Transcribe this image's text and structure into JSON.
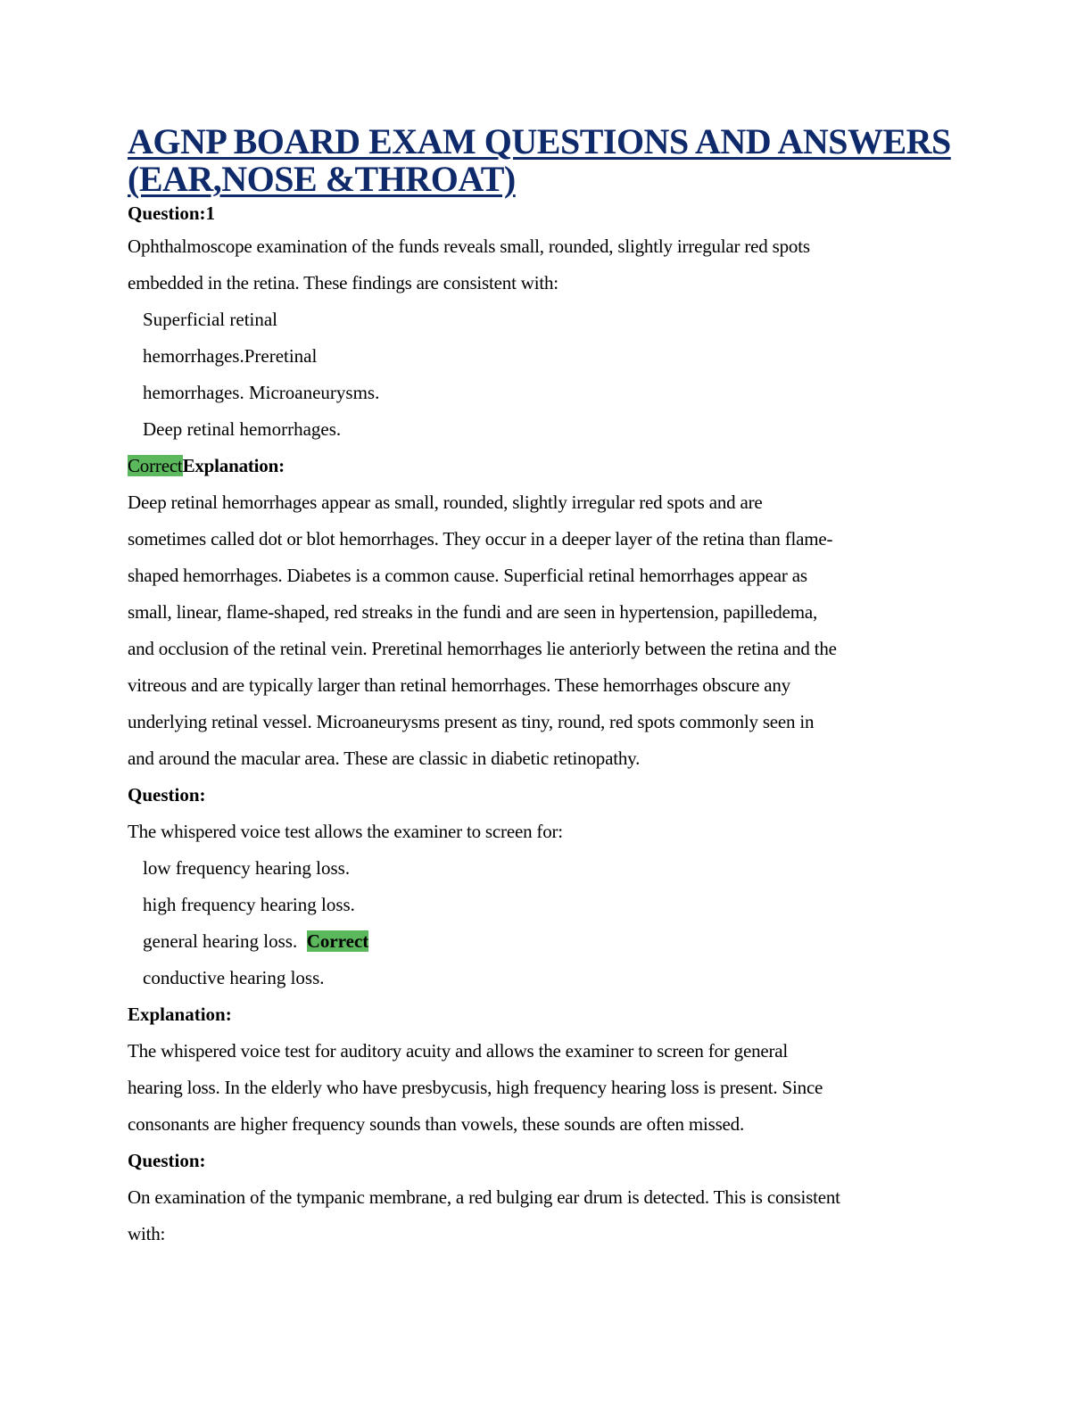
{
  "document": {
    "title_line1": "AGNP BOARD EXAM QUESTIONS AND ANSWERS",
    "title_line2": "(EAR,NOSE &THROAT) ",
    "highlight_color": "#5cb85c",
    "title_color": "#0f2a6b",
    "questions": [
      {
        "heading": "Question:1",
        "stem_line1": "Ophthalmoscope examination of the funds reveals small, rounded, slightly irregular red spots",
        "stem_line2": "embedded in the retina. These findings are consistent with:",
        "options": [
          "Superficial retinal",
          "hemorrhages.Preretinal",
          "hemorrhages. Microaneurysms.",
          "Deep retinal hemorrhages."
        ],
        "correct_label": "Correct",
        "explanation_label": "Explanation:",
        "explanation_lines": [
          "Deep retinal hemorrhages appear as small, rounded, slightly irregular red spots and are",
          "sometimes called dot or blot hemorrhages. They occur in a deeper layer of the retina than flame-",
          "shaped hemorrhages. Diabetes is a common cause. Superficial retinal hemorrhages appear as",
          "small, linear, flame-shaped, red streaks in the fundi and are seen in hypertension, papilledema,",
          "and occlusion of the retinal vein. Preretinal hemorrhages lie anteriorly between the retina and the",
          "vitreous and are typically larger than retinal hemorrhages. These hemorrhages obscure any",
          "underlying retinal vessel. Microaneurysms present as tiny, round, red spots commonly seen in",
          "and around the macular area. These are classic in diabetic retinopathy."
        ]
      },
      {
        "heading": "Question:",
        "stem_line1": "The whispered voice test allows the examiner to screen for:",
        "options": [
          "low frequency hearing loss.",
          "high frequency hearing loss.",
          "general hearing loss.",
          "conductive hearing loss."
        ],
        "correct_label": "Correct",
        "explanation_label": "Explanation:",
        "explanation_lines": [
          "The whispered voice test for auditory acuity and allows the examiner to screen for general",
          "hearing loss. In the elderly who have presbycusis, high frequency hearing loss is present. Since",
          "consonants are higher frequency sounds than vowels, these sounds are often missed."
        ]
      },
      {
        "heading": "Question:",
        "stem_line1": "On examination of the tympanic membrane, a red bulging ear drum is detected. This is consistent",
        "stem_line2": "with:"
      }
    ]
  }
}
